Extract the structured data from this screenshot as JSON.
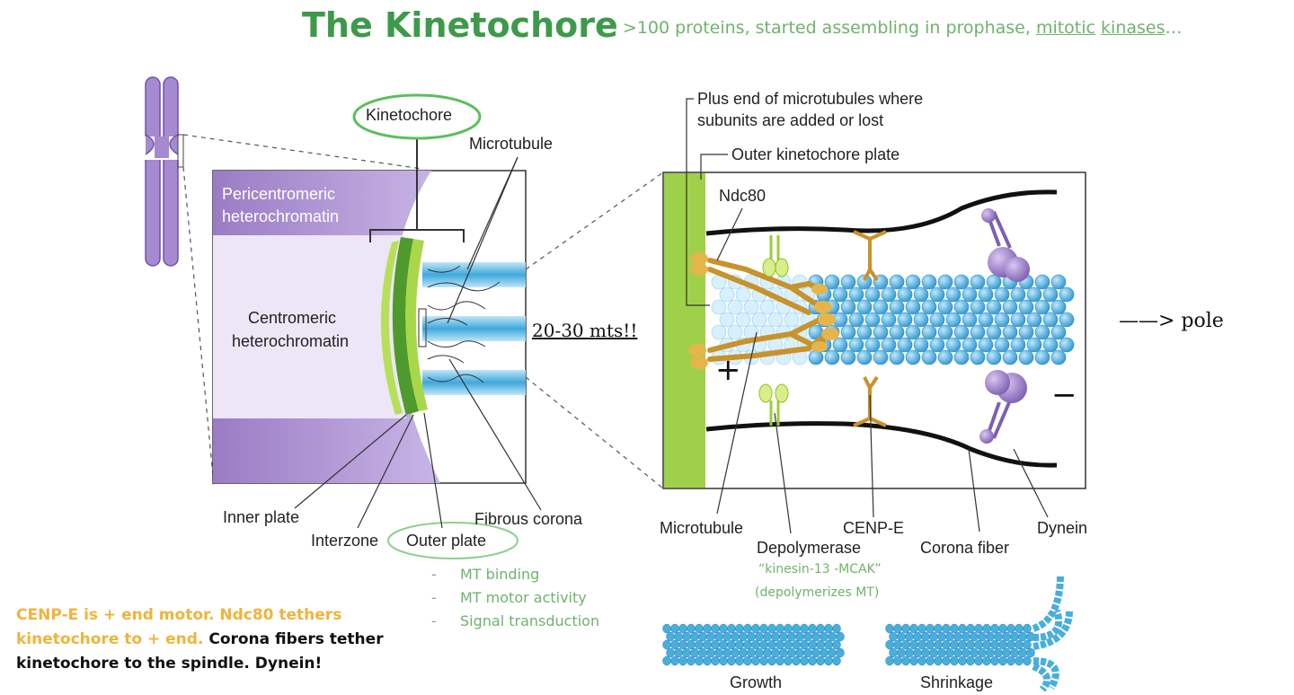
{
  "header": {
    "title": "The Kinetochore",
    "subtitle_prefix": "- >100 proteins, started assembling in prophase, ",
    "subtitle_link1": "mitotic",
    "subtitle_link2": "kinases",
    "subtitle_suffix": "…"
  },
  "left_panel": {
    "kinetochore": "Kinetochore",
    "microtubule": "Microtubule",
    "pericentromeric_line1": "Pericentromeric",
    "pericentromeric_line2": "heterochromatin",
    "centromeric_line1": "Centromeric",
    "centromeric_line2": "heterochromatin",
    "inner_plate": "Inner plate",
    "interzone": "Interzone",
    "outer_plate": "Outer plate",
    "fibrous_corona": "Fibrous corona",
    "mts_note": "20-30 mts!!",
    "outer_plate_functions": [
      "MT binding",
      "MT motor activity",
      "Signal transduction"
    ],
    "bullet": "-"
  },
  "right_panel": {
    "plus_end_line1": "Plus end of microtubules where",
    "plus_end_line2": "subunits are added or lost",
    "outer_kinetochore_plate": "Outer kinetochore plate",
    "ndc80": "Ndc80",
    "plus_sign": "+",
    "minus_sign": "−",
    "microtubule": "Microtubule",
    "depolymerase": "Depolymerase",
    "depolymerase_note1": "“kinesin-13 -MCAK”",
    "depolymerase_note2": "(depolymerizes MT)",
    "cenp_e": "CENP-E",
    "corona_fiber": "Corona fiber",
    "dynein": "Dynein",
    "pole": "——> pole",
    "growth": "Growth",
    "shrinkage": "Shrinkage"
  },
  "note": {
    "orange": "CENP-E is + end motor. Ndc80 tethers kinetochore to + end.",
    "black": "Corona fibers tether kinetochore to the spindle. Dynein!"
  },
  "colors": {
    "title_green": "#3d9a4a",
    "light_green": "#6fb36b",
    "purple": "#8e6fb8",
    "plate_green": "#9fd04a",
    "mt_blue": "#4aaedc",
    "gold": "#d9a43a",
    "orange_text": "#f0b43a"
  }
}
